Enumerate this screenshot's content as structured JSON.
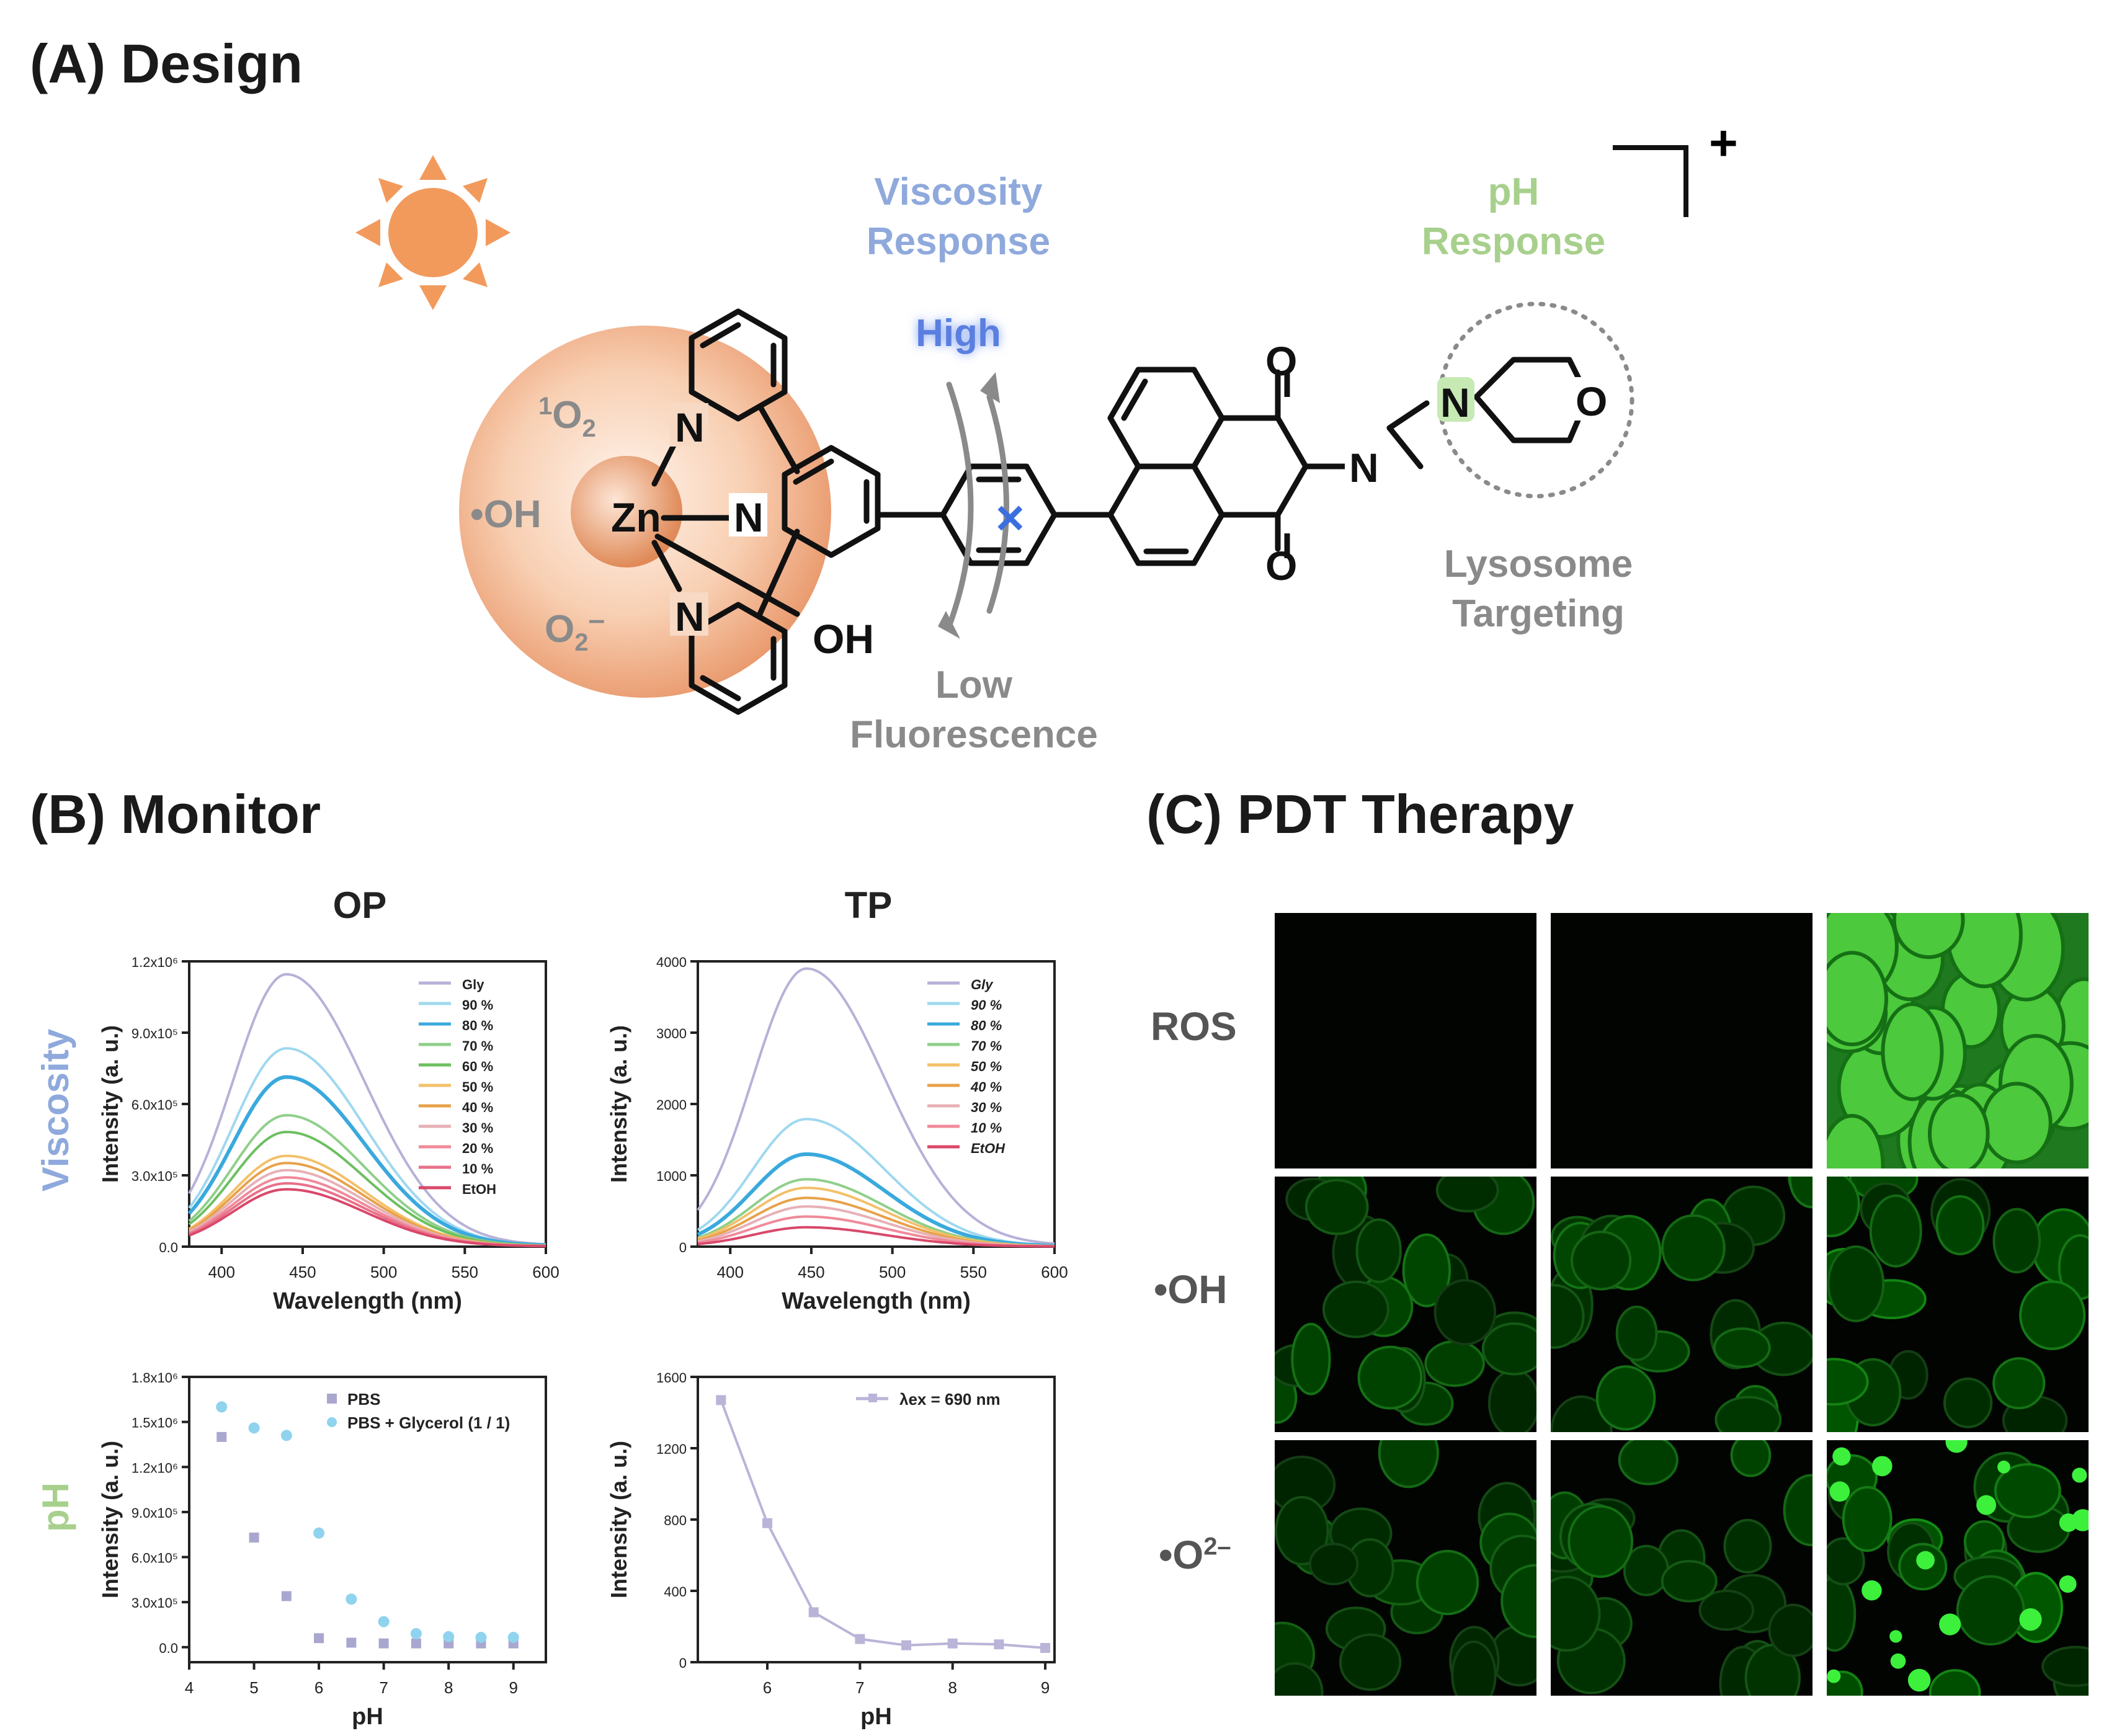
{
  "panels": {
    "a_title": "(A) Design",
    "b_title": "(B)  Monitor",
    "c_title": "(C)  PDT Therapy"
  },
  "design": {
    "charge": "+",
    "viscosity_label": [
      "Viscosity",
      "Response"
    ],
    "ph_label": [
      "pH",
      "Response"
    ],
    "high_label": "High",
    "low_label": [
      "Low",
      "Fluorescence"
    ],
    "lysosome_label": [
      "Lysosome",
      "Targeting"
    ],
    "ros_species": [
      "1O2",
      "•OH",
      "O2–"
    ],
    "atoms": {
      "zn": "Zn",
      "n": "N",
      "o": "O",
      "oh": "OH"
    },
    "colors": {
      "sphere": "#f2a879",
      "sun": "#f29a5c",
      "viscosity": "#8fa9dc",
      "ph": "#a8d08d",
      "gray": "#888888",
      "high": "#5a7fe0",
      "n_highlight": "#c7e9b4"
    }
  },
  "monitor": {
    "col_op": "OP",
    "col_tp": "TP",
    "row_viscosity": "Viscosity",
    "row_ph": "pH"
  },
  "chart_data": [
    {
      "id": "op_viscosity",
      "type": "line",
      "xlabel": "Wavelength (nm)",
      "ylabel": "Intensity (a. u.)",
      "xlim": [
        380,
        600
      ],
      "ylim": [
        0,
        1200000
      ],
      "xticks": [
        400,
        450,
        500,
        550,
        600
      ],
      "yticks": [
        0,
        300000,
        600000,
        900000,
        1200000
      ],
      "ytick_labels": [
        "0.0",
        "3.0x10⁵",
        "6.0x10⁵",
        "9.0x10⁵",
        "1.2x10⁶"
      ],
      "peak": 440,
      "legend": "top-right",
      "series": [
        {
          "name": "Gly",
          "peak_value": 1140000,
          "color": "#b7b1d8"
        },
        {
          "name": "90 %",
          "peak_value": 830000,
          "color": "#9fd8ef"
        },
        {
          "name": "80 %",
          "peak_value": 710000,
          "color": "#3aa9dd"
        },
        {
          "name": "70 %",
          "peak_value": 550000,
          "color": "#8fcf8a"
        },
        {
          "name": "60 %",
          "peak_value": 480000,
          "color": "#6cbf60"
        },
        {
          "name": "50 %",
          "peak_value": 380000,
          "color": "#f3c06a"
        },
        {
          "name": "40 %",
          "peak_value": 350000,
          "color": "#e8a24a"
        },
        {
          "name": "30 %",
          "peak_value": 320000,
          "color": "#e7b0b6"
        },
        {
          "name": "20 %",
          "peak_value": 290000,
          "color": "#f08a9a"
        },
        {
          "name": "10 %",
          "peak_value": 265000,
          "color": "#e8708a"
        },
        {
          "name": "EtOH",
          "peak_value": 240000,
          "color": "#d9486a"
        }
      ]
    },
    {
      "id": "tp_viscosity",
      "type": "line",
      "xlabel": "Wavelength (nm)",
      "ylabel": "Intensity (a. u.)",
      "xlim": [
        380,
        600
      ],
      "ylim": [
        0,
        4000
      ],
      "xticks": [
        400,
        450,
        500,
        550,
        600
      ],
      "yticks": [
        0,
        1000,
        2000,
        3000,
        4000
      ],
      "ytick_labels": [
        "0",
        "1000",
        "2000",
        "3000",
        "4000"
      ],
      "peak": 447,
      "legend": "top-right",
      "series": [
        {
          "name": "Gly",
          "peak_value": 3880,
          "color": "#b7b1d8"
        },
        {
          "name": "90 %",
          "peak_value": 1780,
          "color": "#9fd8ef"
        },
        {
          "name": "80 %",
          "peak_value": 1290,
          "color": "#3aa9dd"
        },
        {
          "name": "70 %",
          "peak_value": 940,
          "color": "#8fcf8a"
        },
        {
          "name": "50 %",
          "peak_value": 820,
          "color": "#f3c06a"
        },
        {
          "name": "40 %",
          "peak_value": 680,
          "color": "#e8a24a"
        },
        {
          "name": "30 %",
          "peak_value": 560,
          "color": "#e7b0b6"
        },
        {
          "name": "10 %",
          "peak_value": 420,
          "color": "#f08a9a"
        },
        {
          "name": "EtOH",
          "peak_value": 270,
          "color": "#d9486a"
        }
      ]
    },
    {
      "id": "op_ph",
      "type": "scatter",
      "xlabel": "pH",
      "ylabel": "Intensity (a. u.)",
      "xlim": [
        4,
        9.5
      ],
      "ylim": [
        -100000,
        1800000
      ],
      "xticks": [
        4,
        5,
        6,
        7,
        8,
        9
      ],
      "yticks": [
        0,
        300000,
        600000,
        900000,
        1200000,
        1500000,
        1800000
      ],
      "ytick_labels": [
        "0.0",
        "3.0x10⁵",
        "6.0x10⁵",
        "9.0x10⁵",
        "1.2x10⁶",
        "1.5x10⁶",
        "1.8x10⁶"
      ],
      "legend": "top-right",
      "series": [
        {
          "name": "PBS",
          "color": "#a9a6cf",
          "marker": "square",
          "x": [
            4.5,
            5,
            5.5,
            6,
            6.5,
            7,
            7.5,
            8,
            8.5,
            9
          ],
          "y": [
            1400000,
            730000,
            340000,
            60000,
            30000,
            25000,
            25000,
            25000,
            25000,
            25000
          ]
        },
        {
          "name": "PBS + Glycerol (1 / 1)",
          "color": "#8fd3ee",
          "marker": "circle",
          "x": [
            4.5,
            5,
            5.5,
            6,
            6.5,
            7,
            7.5,
            8,
            8.5,
            9
          ],
          "y": [
            1600000,
            1460000,
            1410000,
            760000,
            320000,
            170000,
            90000,
            70000,
            65000,
            65000
          ]
        }
      ]
    },
    {
      "id": "tp_ph",
      "type": "line",
      "xlabel": "pH",
      "ylabel": "Intensity (a. u.)",
      "xlim": [
        5.25,
        9.1
      ],
      "ylim": [
        0,
        1600
      ],
      "xticks": [
        6,
        7,
        8,
        9
      ],
      "yticks": [
        0,
        400,
        800,
        1200,
        1600
      ],
      "ytick_labels": [
        "0",
        "400",
        "800",
        "1200",
        "1600"
      ],
      "legend": "top-right",
      "series": [
        {
          "name": "λex = 690 nm",
          "color": "#b9b4d8",
          "marker": "square",
          "x": [
            5.5,
            6,
            6.5,
            7,
            7.5,
            8,
            8.5,
            9
          ],
          "y": [
            1470,
            780,
            280,
            130,
            95,
            105,
            100,
            80
          ]
        }
      ]
    }
  ],
  "therapy": {
    "rows": [
      "ROS",
      "•OH",
      "•O2–"
    ],
    "columns": 3
  }
}
